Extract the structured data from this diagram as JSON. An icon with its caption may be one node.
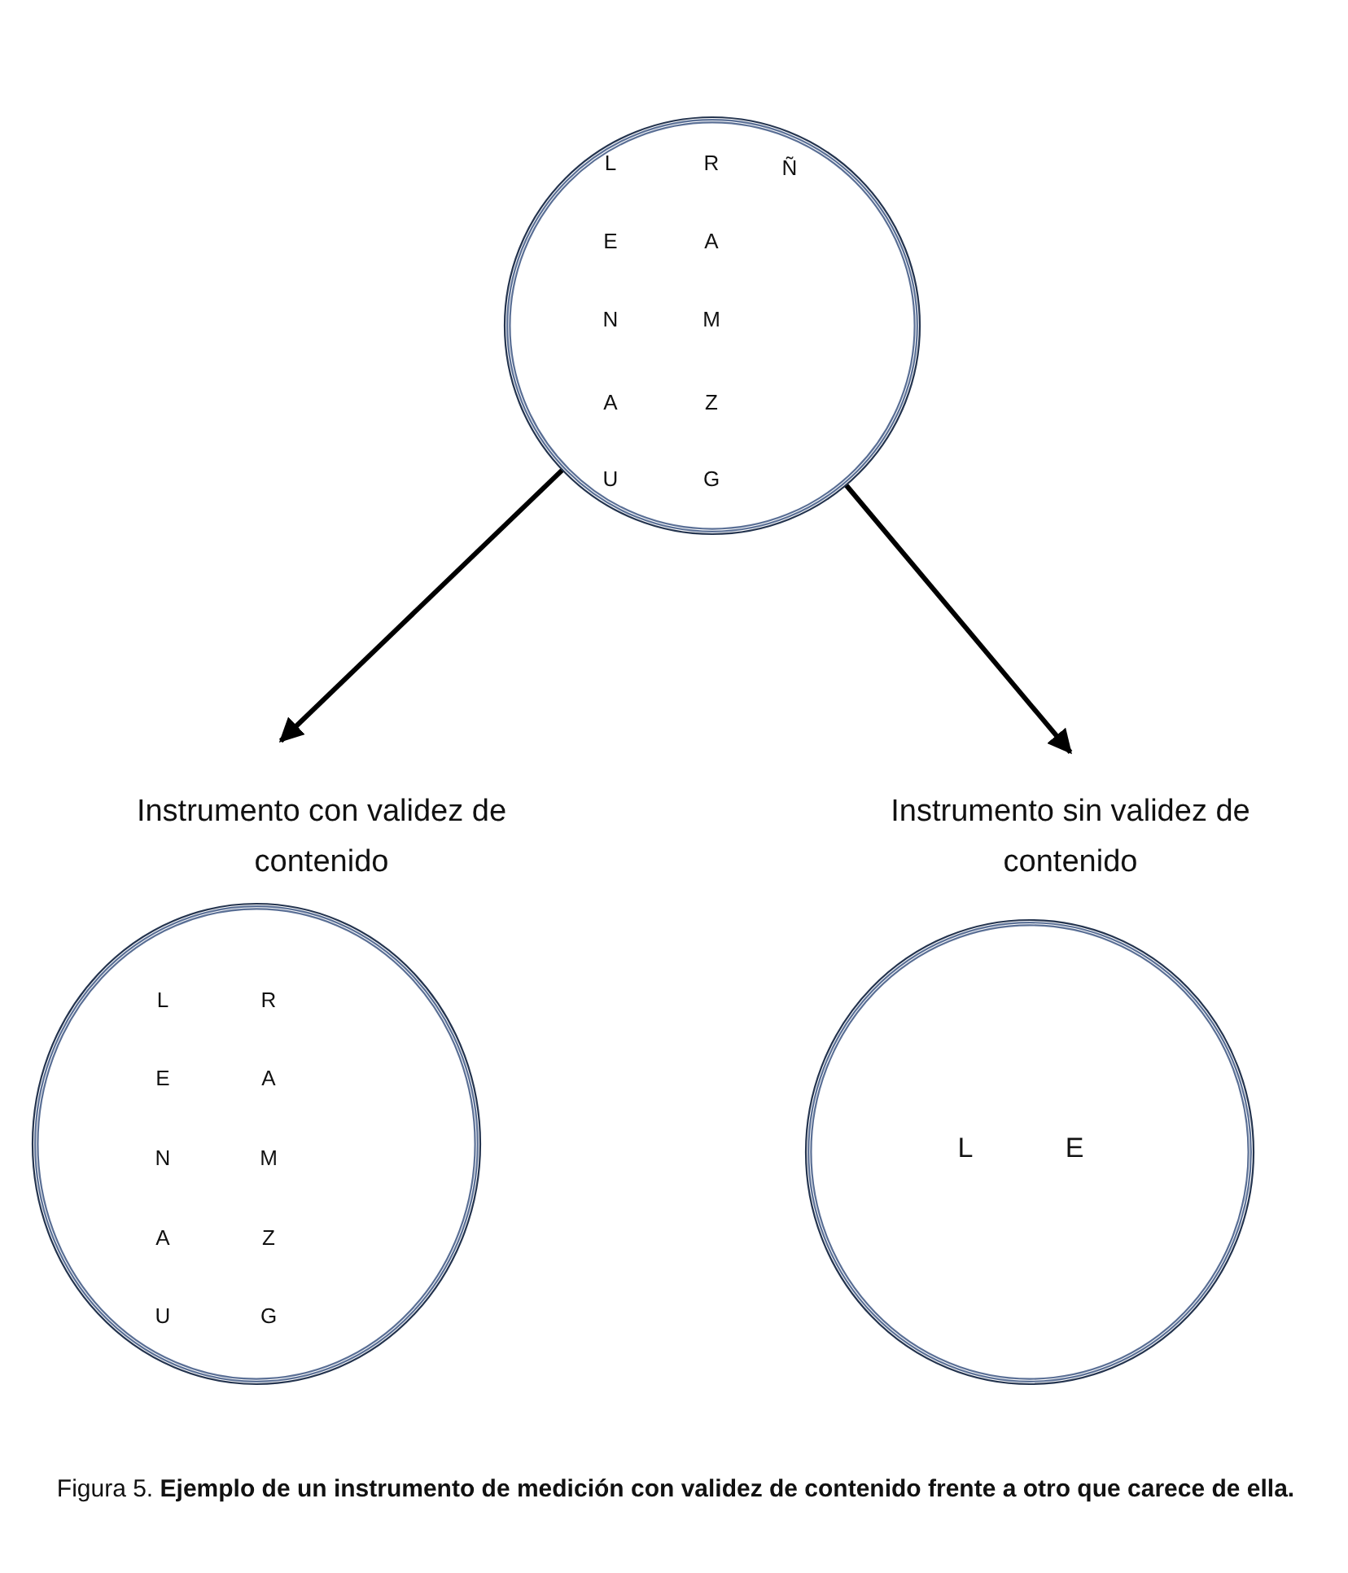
{
  "diagram": {
    "caption": "Figura 5. **Ejemplo de un instrumento de medición con validez de contenido frente a otro que carece de ella.**",
    "nodes": [
      {
        "text": [
          "L",
          "R",
          "Ñ",
          "E",
          "A",
          "N",
          "M",
          "A",
          "Z",
          "U",
          "G"
        ]
      },
      {
        "text": [
          "Instrumento con validez de contenido",
          "L",
          "R",
          "E",
          "A",
          "N",
          "M",
          "A",
          "Z",
          "U",
          "G"
        ]
      },
      {
        "text": [
          "Instrumento sin validez de contenido",
          "L",
          "E"
        ]
      }
    ],
    "edges": [
      {
        "from": 0,
        "to": 1,
        "arrow": "to"
      },
      {
        "from": 0,
        "to": 2,
        "arrow": "to"
      }
    ]
  }
}
